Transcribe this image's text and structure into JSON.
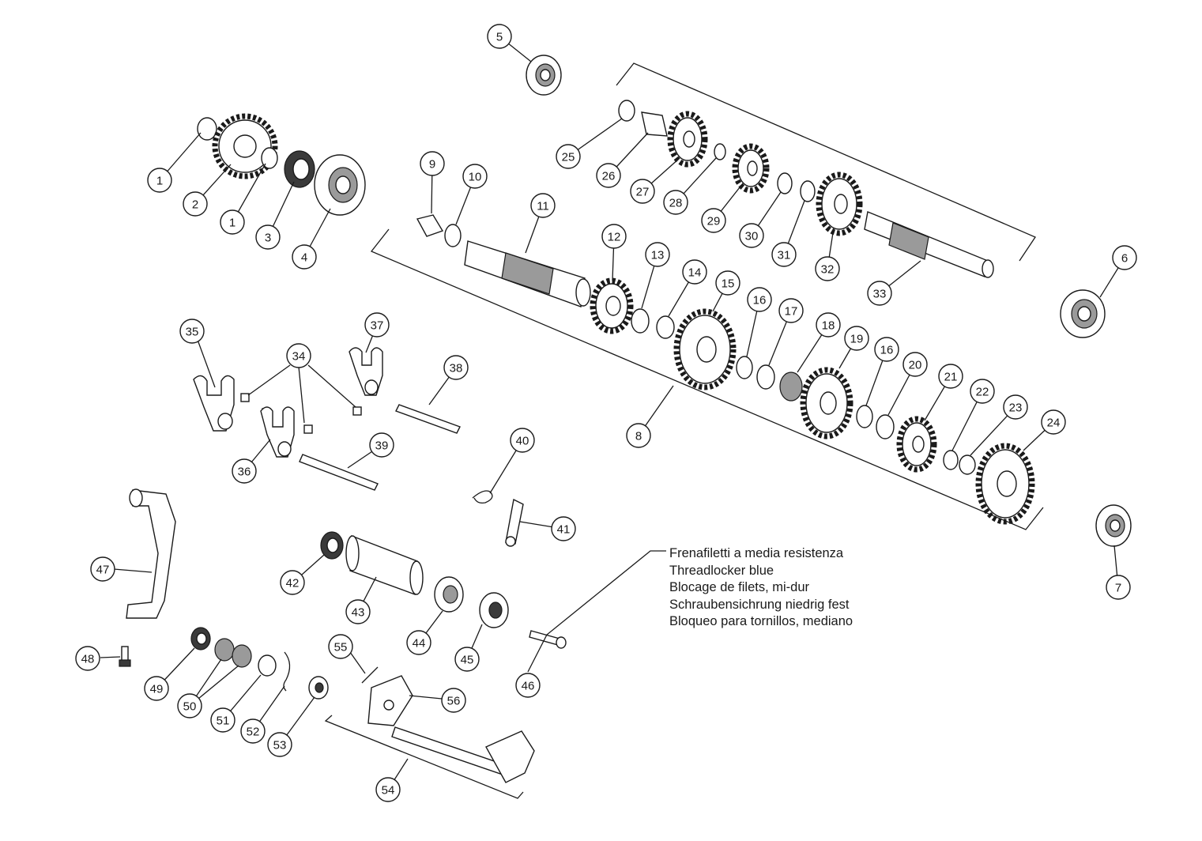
{
  "colors": {
    "line": "#1a1a1a",
    "background": "#ffffff",
    "part_shade": "#3a3a3a"
  },
  "threadlocker_note": {
    "lines": [
      "Frenafiletti a media resistenza",
      "Threadlocker blue",
      "Blocage de filets, mi-dur",
      "Schraubensichrung niedrig fest",
      "Bloqueo para tornillos, mediano"
    ]
  },
  "callouts": [
    {
      "label": "1"
    },
    {
      "label": "2"
    },
    {
      "label": "1"
    },
    {
      "label": "3"
    },
    {
      "label": "4"
    },
    {
      "label": "5"
    },
    {
      "label": "6"
    },
    {
      "label": "7"
    },
    {
      "label": "8"
    },
    {
      "label": "9"
    },
    {
      "label": "10"
    },
    {
      "label": "11"
    },
    {
      "label": "12"
    },
    {
      "label": "13"
    },
    {
      "label": "14"
    },
    {
      "label": "15"
    },
    {
      "label": "16"
    },
    {
      "label": "17"
    },
    {
      "label": "18"
    },
    {
      "label": "19"
    },
    {
      "label": "16"
    },
    {
      "label": "20"
    },
    {
      "label": "21"
    },
    {
      "label": "22"
    },
    {
      "label": "23"
    },
    {
      "label": "24"
    },
    {
      "label": "25"
    },
    {
      "label": "26"
    },
    {
      "label": "27"
    },
    {
      "label": "28"
    },
    {
      "label": "29"
    },
    {
      "label": "30"
    },
    {
      "label": "31"
    },
    {
      "label": "32"
    },
    {
      "label": "33"
    },
    {
      "label": "34"
    },
    {
      "label": "35"
    },
    {
      "label": "36"
    },
    {
      "label": "37"
    },
    {
      "label": "38"
    },
    {
      "label": "39"
    },
    {
      "label": "40"
    },
    {
      "label": "41"
    },
    {
      "label": "42"
    },
    {
      "label": "43"
    },
    {
      "label": "44"
    },
    {
      "label": "45"
    },
    {
      "label": "46"
    },
    {
      "label": "47"
    },
    {
      "label": "48"
    },
    {
      "label": "49"
    },
    {
      "label": "50"
    },
    {
      "label": "51"
    },
    {
      "label": "52"
    },
    {
      "label": "53"
    },
    {
      "label": "54"
    },
    {
      "label": "55"
    },
    {
      "label": "56"
    }
  ]
}
